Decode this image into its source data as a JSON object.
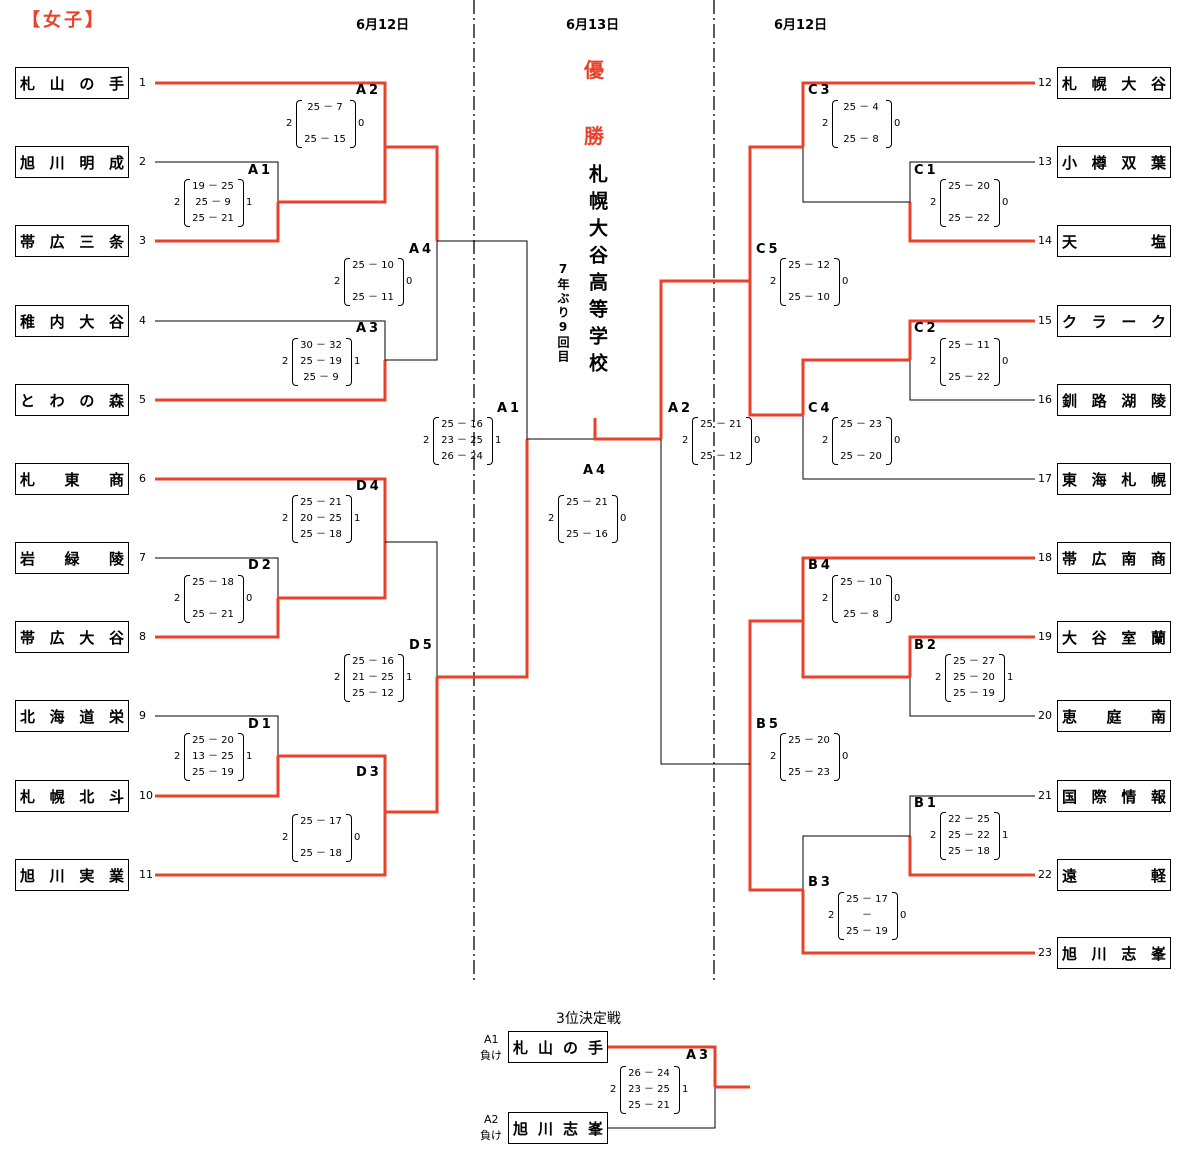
{
  "title": "【女子】",
  "dates": {
    "left": "6月12日",
    "center": "6月13日",
    "right": "6月12日"
  },
  "champion": {
    "label1": "優",
    "label2": "勝",
    "name": "札幌大谷高等学校",
    "note": "7年ぶり9回目"
  },
  "teams_left": [
    {
      "seed": "1",
      "name": "札山の手"
    },
    {
      "seed": "2",
      "name": "旭川明成"
    },
    {
      "seed": "3",
      "name": "帯広三条"
    },
    {
      "seed": "4",
      "name": "稚内大谷"
    },
    {
      "seed": "5",
      "name": "とわの森"
    },
    {
      "seed": "6",
      "name": "札 東 商"
    },
    {
      "seed": "7",
      "name": "岩 緑 陵"
    },
    {
      "seed": "8",
      "name": "帯広大谷"
    },
    {
      "seed": "9",
      "name": "北海道栄"
    },
    {
      "seed": "10",
      "name": "札幌北斗"
    },
    {
      "seed": "11",
      "name": "旭川実業"
    }
  ],
  "teams_right": [
    {
      "seed": "12",
      "name": "札幌大谷"
    },
    {
      "seed": "13",
      "name": "小樽双葉"
    },
    {
      "seed": "14",
      "name": "天 塩"
    },
    {
      "seed": "15",
      "name": "クラーク"
    },
    {
      "seed": "16",
      "name": "釧路湖陵"
    },
    {
      "seed": "17",
      "name": "東海札幌"
    },
    {
      "seed": "18",
      "name": "帯広南商"
    },
    {
      "seed": "19",
      "name": "大谷室蘭"
    },
    {
      "seed": "20",
      "name": "恵 庭 南"
    },
    {
      "seed": "21",
      "name": "国際情報"
    },
    {
      "seed": "22",
      "name": "遠 軽"
    },
    {
      "seed": "23",
      "name": "旭川志峯"
    }
  ],
  "matches": [
    {
      "id": "A1L",
      "label": "A1",
      "win": "2",
      "lose": "1",
      "sets": [
        "19 － 25",
        "25 － 9",
        "25 － 21"
      ]
    },
    {
      "id": "A2L",
      "label": "A2",
      "win": "2",
      "lose": "0",
      "sets": [
        "25 － 7",
        "25 － 15"
      ]
    },
    {
      "id": "A3L",
      "label": "A3",
      "win": "2",
      "lose": "1",
      "sets": [
        "30 － 32",
        "25 － 19",
        "25 － 9"
      ]
    },
    {
      "id": "A4L",
      "label": "A4",
      "win": "2",
      "lose": "0",
      "sets": [
        "25 － 10",
        "25 － 11"
      ]
    },
    {
      "id": "D1",
      "label": "D1",
      "win": "2",
      "lose": "1",
      "sets": [
        "25 － 20",
        "13 － 25",
        "25 － 19"
      ]
    },
    {
      "id": "D2",
      "label": "D2",
      "win": "2",
      "lose": "0",
      "sets": [
        "25 － 18",
        "25 － 21"
      ]
    },
    {
      "id": "D3",
      "label": "D3",
      "win": "2",
      "lose": "0",
      "sets": [
        "25 － 17",
        "25 － 18"
      ]
    },
    {
      "id": "D4",
      "label": "D4",
      "win": "2",
      "lose": "1",
      "sets": [
        "25 － 21",
        "20 － 25",
        "25 － 18"
      ]
    },
    {
      "id": "D5",
      "label": "D5",
      "win": "2",
      "lose": "1",
      "sets": [
        "25 － 16",
        "21 － 25",
        "25 － 12"
      ]
    },
    {
      "id": "SA1",
      "label": "A1",
      "win": "2",
      "lose": "1",
      "sets": [
        "25 － 16",
        "23 － 25",
        "26 － 24"
      ]
    },
    {
      "id": "FA4",
      "label": "A4",
      "win": "2",
      "lose": "0",
      "sets": [
        "25 － 21",
        "25 － 16"
      ]
    },
    {
      "id": "SA2",
      "label": "A2",
      "win": "2",
      "lose": "0",
      "sets": [
        "25 － 21",
        "25 － 12"
      ]
    },
    {
      "id": "C1",
      "label": "C1",
      "win": "2",
      "lose": "0",
      "sets": [
        "25 － 20",
        "25 － 22"
      ]
    },
    {
      "id": "C2",
      "label": "C2",
      "win": "2",
      "lose": "0",
      "sets": [
        "25 － 11",
        "25 － 22"
      ]
    },
    {
      "id": "C3",
      "label": "C3",
      "win": "2",
      "lose": "0",
      "sets": [
        "25 － 4",
        "25 － 8"
      ]
    },
    {
      "id": "C4",
      "label": "C4",
      "win": "2",
      "lose": "0",
      "sets": [
        "25 － 23",
        "25 － 20"
      ]
    },
    {
      "id": "C5",
      "label": "C5",
      "win": "2",
      "lose": "0",
      "sets": [
        "25 － 12",
        "25 － 10"
      ]
    },
    {
      "id": "B1",
      "label": "B1",
      "win": "2",
      "lose": "1",
      "sets": [
        "22 － 25",
        "25 － 22",
        "25 － 18"
      ]
    },
    {
      "id": "B2",
      "label": "B2",
      "win": "2",
      "lose": "1",
      "sets": [
        "25 － 27",
        "25 － 20",
        "25 － 19"
      ]
    },
    {
      "id": "B3",
      "label": "B3",
      "win": "2",
      "lose": "0",
      "sets": [
        "25 － 17",
        "－",
        "25 － 19"
      ]
    },
    {
      "id": "B4",
      "label": "B4",
      "win": "2",
      "lose": "0",
      "sets": [
        "25 － 10",
        "25 － 8"
      ]
    },
    {
      "id": "B5",
      "label": "B5",
      "win": "2",
      "lose": "0",
      "sets": [
        "25 － 20",
        "25 － 23"
      ]
    },
    {
      "id": "TA3",
      "label": "A3",
      "win": "2",
      "lose": "1",
      "sets": [
        "26 － 24",
        "23 － 25",
        "25 － 21"
      ]
    }
  ],
  "third_place": {
    "title": "3位決定戦",
    "top": {
      "tag": "A1",
      "sub": "負け",
      "name": "札山の手"
    },
    "bottom": {
      "tag": "A2",
      "sub": "負け",
      "name": "旭川志峯"
    }
  },
  "colors": {
    "win_line": "#e8422a",
    "line": "#000000",
    "title": "#e8422a"
  }
}
